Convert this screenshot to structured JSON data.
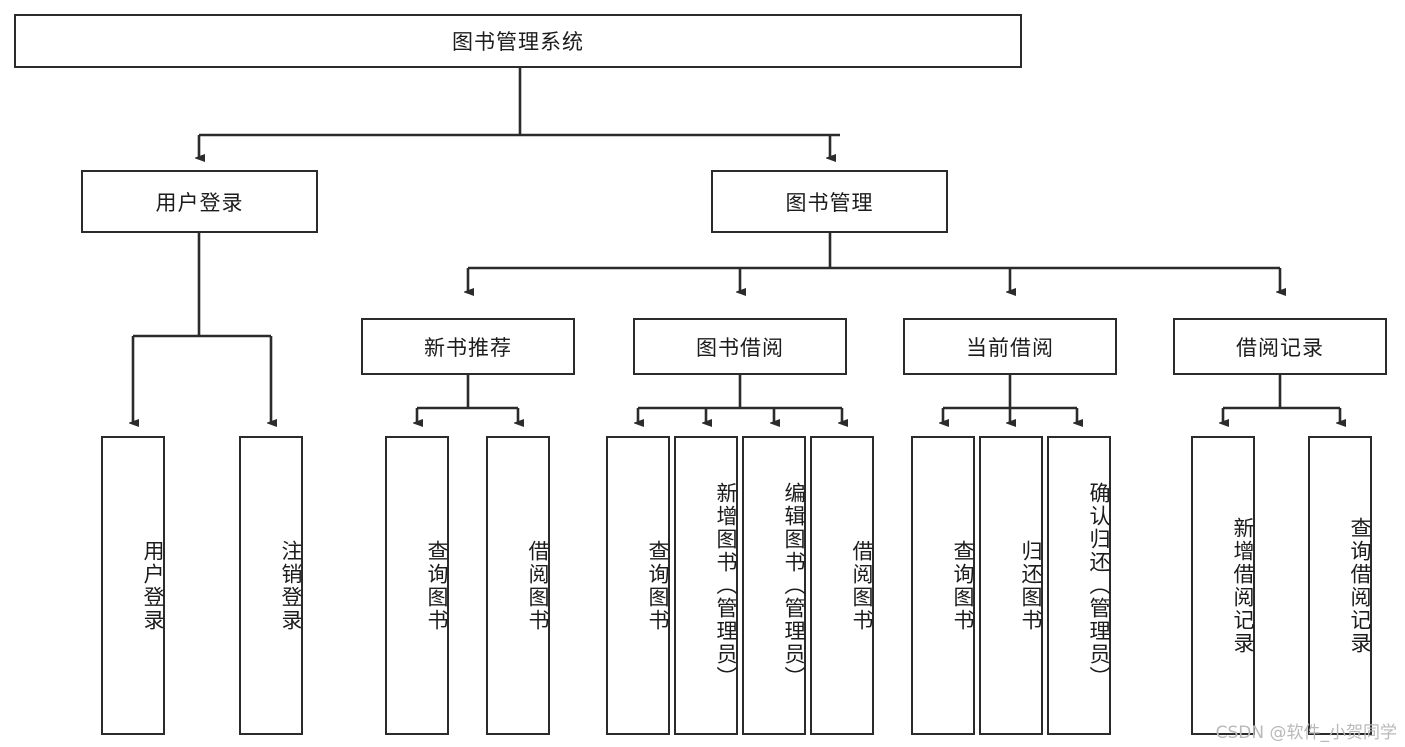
{
  "diagram": {
    "type": "tree-hierarchy-chart",
    "title": "图书管理系统",
    "watermark": "CSDN @软件_小贺同学",
    "colors": {
      "box_border": "#2b2b2b",
      "box_fill": "#ffffff",
      "connector": "#2b2b2b",
      "text": "#1c1c1c",
      "watermark": "#b9b9b9",
      "background": "#ffffff"
    },
    "root": {
      "label": "图书管理系统"
    },
    "level1": [
      {
        "label": "用户登录"
      },
      {
        "label": "图书管理"
      }
    ],
    "level2": [
      {
        "label": "新书推荐"
      },
      {
        "label": "图书借阅"
      },
      {
        "label": "当前借阅"
      },
      {
        "label": "借阅记录"
      }
    ],
    "leaves": {
      "user_login": [
        {
          "label": "用户登录"
        },
        {
          "label": "注销登录"
        }
      ],
      "new_book_recommend": [
        {
          "label": "查询图书"
        },
        {
          "label": "借阅图书"
        }
      ],
      "book_borrow": [
        {
          "label": "查询图书"
        },
        {
          "label": "新增图书（管理员）"
        },
        {
          "label": "编辑图书（管理员）"
        },
        {
          "label": "借阅图书"
        }
      ],
      "current_borrow": [
        {
          "label": "查询图书"
        },
        {
          "label": "归还图书"
        },
        {
          "label": "确认归还（管理员）"
        }
      ],
      "borrow_record": [
        {
          "label": "新增借阅记录"
        },
        {
          "label": "查询借阅记录"
        }
      ]
    }
  }
}
